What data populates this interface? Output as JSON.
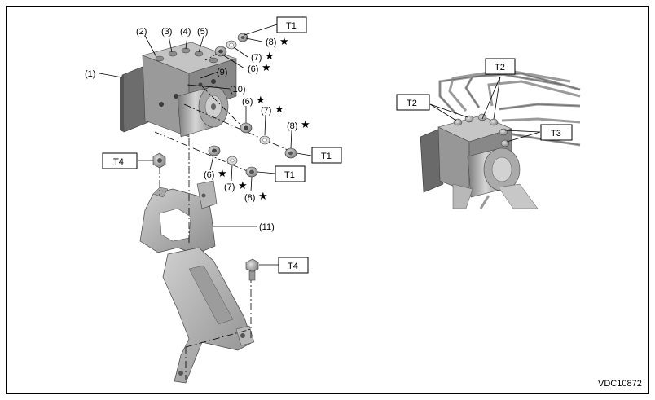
{
  "diagram_code": "VDC10872",
  "callouts": {
    "c1": "(1)",
    "c2": "(2)",
    "c3": "(3)",
    "c4": "(4)",
    "c5": "(5)",
    "c6a": "(6)",
    "c6b": "(6)",
    "c6c": "(6)",
    "c7a": "(7)",
    "c7b": "(7)",
    "c7c": "(7)",
    "c8a": "(8)",
    "c8b": "(8)",
    "c8c": "(8)",
    "c9": "(9)",
    "c10": "(10)",
    "c11": "(11)"
  },
  "star": "★",
  "torque": {
    "t1a": "T1",
    "t1b": "T1",
    "t1c": "T1",
    "t2a": "T2",
    "t2b": "T2",
    "t3": "T3",
    "t4a": "T4",
    "t4b": "T4"
  }
}
